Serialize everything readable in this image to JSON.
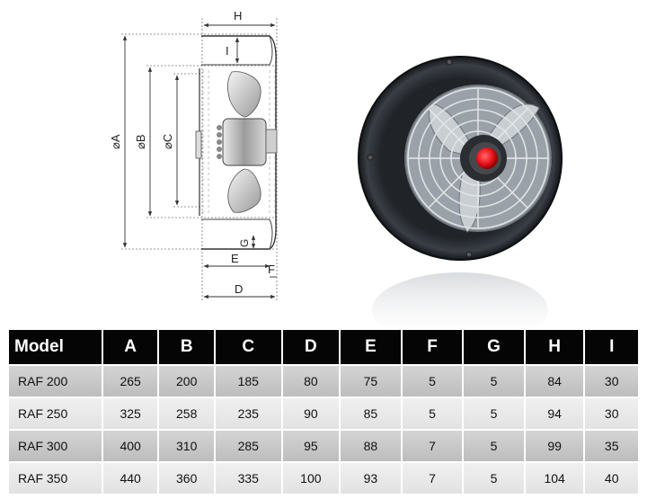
{
  "drawing": {
    "dimension_labels": {
      "A": "⌀A",
      "B": "⌀B",
      "C": "⌀C",
      "D": "D",
      "E": "E",
      "F": "F",
      "G": "G",
      "H": "H",
      "I": "I"
    }
  },
  "table": {
    "headers": [
      "Model",
      "A",
      "B",
      "C",
      "D",
      "E",
      "F",
      "G",
      "H",
      "I"
    ],
    "rows": [
      [
        "RAF 200",
        "265",
        "200",
        "185",
        "80",
        "75",
        "5",
        "5",
        "84",
        "30"
      ],
      [
        "RAF 250",
        "325",
        "258",
        "235",
        "90",
        "85",
        "5",
        "5",
        "94",
        "30"
      ],
      [
        "RAF 300",
        "400",
        "310",
        "285",
        "95",
        "88",
        "7",
        "5",
        "99",
        "35"
      ],
      [
        "RAF 350",
        "440",
        "360",
        "335",
        "100",
        "93",
        "7",
        "5",
        "104",
        "40"
      ]
    ]
  },
  "colors": {
    "header_bg": "#050505",
    "header_text": "#ffffff",
    "row_dark": "#c8c8c8",
    "row_light": "#ebebeb",
    "motor_cap": "#e8141c"
  }
}
